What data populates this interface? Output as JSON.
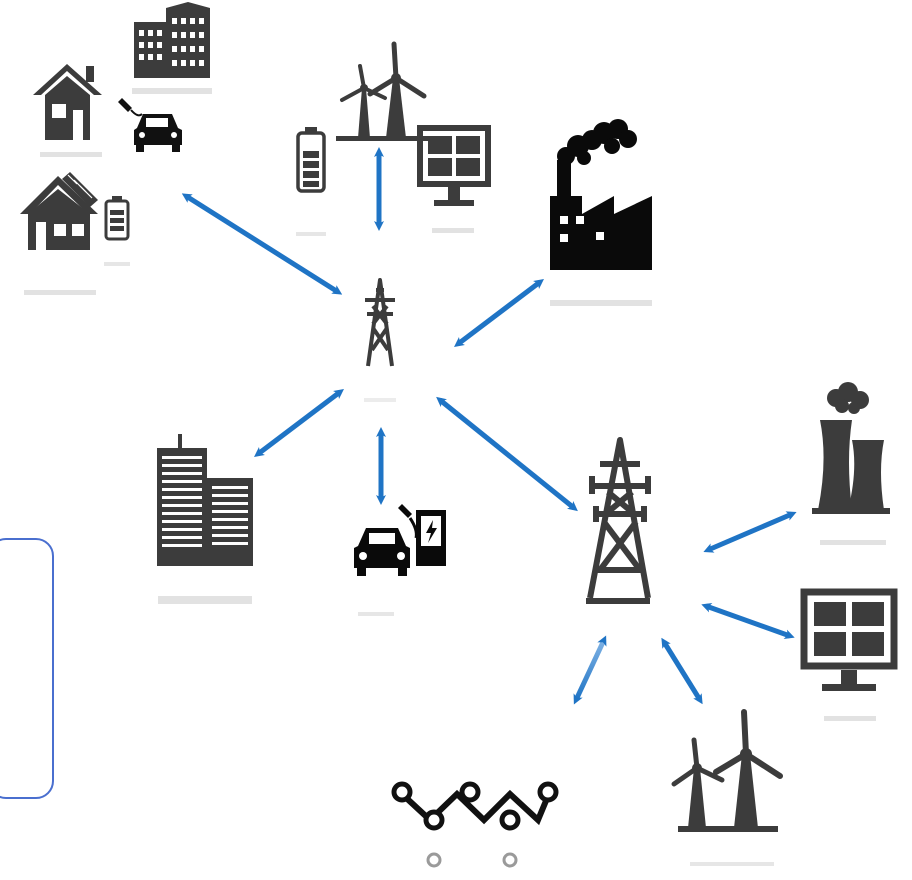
{
  "diagram": {
    "type": "smart-grid-network",
    "colors": {
      "arrow": "#1f74c5",
      "icon_dark": "#3c3c3c",
      "icon_black": "#0a0a0a",
      "reflection": "#d8d8d8",
      "callout_border": "#4a6fcf"
    },
    "nodes": [
      {
        "id": "residential-cluster",
        "icons": [
          "house-icon",
          "apartment-building-icon",
          "electric-car-charging-icon",
          "solar-roof-house-icon",
          "battery-icon"
        ]
      },
      {
        "id": "renewable-storage-cluster",
        "icons": [
          "wind-turbines-icon",
          "battery-icon",
          "solar-panel-icon"
        ]
      },
      {
        "id": "factory",
        "icons": [
          "factory-icon"
        ]
      },
      {
        "id": "distribution-tower",
        "icons": [
          "transmission-tower-icon"
        ]
      },
      {
        "id": "office-buildings",
        "icons": [
          "office-buildings-icon"
        ]
      },
      {
        "id": "ev-charging-station",
        "icons": [
          "car-icon",
          "charging-station-icon"
        ]
      },
      {
        "id": "transmission-tower",
        "icons": [
          "transmission-tower-icon"
        ]
      },
      {
        "id": "power-plant",
        "icons": [
          "power-plant-icon"
        ]
      },
      {
        "id": "solar-farm",
        "icons": [
          "solar-panel-icon"
        ]
      },
      {
        "id": "wind-farm",
        "icons": [
          "wind-turbines-icon"
        ]
      },
      {
        "id": "network-link",
        "icons": [
          "network-nodes-icon"
        ]
      }
    ],
    "connections": [
      {
        "from": "distribution-tower",
        "to": "residential-cluster",
        "bidirectional": true
      },
      {
        "from": "distribution-tower",
        "to": "renewable-storage-cluster",
        "bidirectional": true
      },
      {
        "from": "distribution-tower",
        "to": "factory",
        "bidirectional": true
      },
      {
        "from": "distribution-tower",
        "to": "office-buildings",
        "bidirectional": true
      },
      {
        "from": "distribution-tower",
        "to": "ev-charging-station",
        "bidirectional": true
      },
      {
        "from": "distribution-tower",
        "to": "transmission-tower",
        "bidirectional": true
      },
      {
        "from": "transmission-tower",
        "to": "power-plant",
        "bidirectional": true
      },
      {
        "from": "transmission-tower",
        "to": "solar-farm",
        "bidirectional": true
      },
      {
        "from": "transmission-tower",
        "to": "wind-farm",
        "bidirectional": true
      },
      {
        "from": "transmission-tower",
        "to": "network-link",
        "bidirectional": true
      }
    ]
  }
}
